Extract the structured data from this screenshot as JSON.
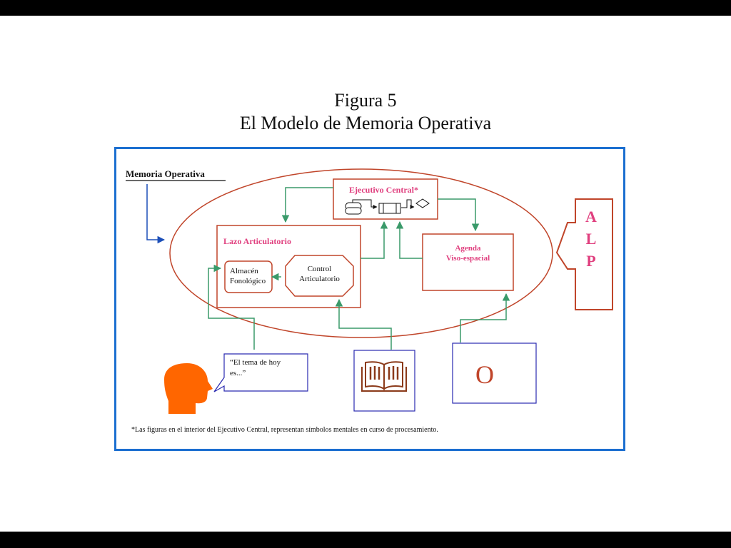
{
  "figure": {
    "number_label": "Figura 5",
    "title": "El Modelo de Memoria Operativa"
  },
  "diagram": {
    "container_label": "Memoria Operativa",
    "central_executive": "Ejecutivo Central*",
    "phonological_loop": "Lazo Articulatorio",
    "phonological_store_line1": "Almacén",
    "phonological_store_line2": "Fonológico",
    "articulatory_control_line1": "Control",
    "articulatory_control_line2": "Articulatorio",
    "visuospatial_line1": "Agenda",
    "visuospatial_line2": "Viso-espacial",
    "ltm_letters": [
      "A",
      "L",
      "P"
    ],
    "speech_line1": "“El tema de hoy",
    "speech_line2": "es...”",
    "visual_letter": "O",
    "footnote": "*Las figuras en el interior del Ejecutivo Central, representan símbolos mentales en curso de procesamiento."
  },
  "colors": {
    "frame_border": "#1c6fd0",
    "ellipse": "#c0452a",
    "box_border": "#c0452a",
    "pink_text": "#e0407f",
    "arrow_green": "#3a9a6a",
    "arrow_blue": "#1c4fb8",
    "input_box_border": "#2a2ab0",
    "head": "#ff6600"
  },
  "icons": [
    "head-icon",
    "open-book-icon",
    "speech-bubble-icon",
    "flowchart-symbols-icon"
  ]
}
